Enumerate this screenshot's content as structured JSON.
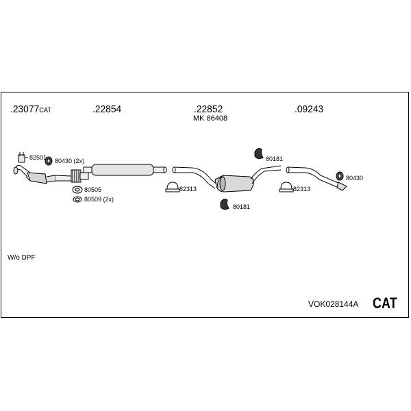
{
  "parts": {
    "p23077": {
      "number": ".23077",
      "suffix": "CAT"
    },
    "p22854": {
      "number": ".22854"
    },
    "p22852": {
      "number": ".22852",
      "sub": "MK  86408"
    },
    "p09243": {
      "number": ".09243"
    }
  },
  "labels": {
    "a82501": "82501",
    "a80430_2x": "80430 (2x)",
    "a80505": "80505",
    "a80509_2x": "80509 (2x)",
    "a82313_left": "82313",
    "a80181_top": "80181",
    "a80181_bottom": "80181",
    "a82313_right": "82313",
    "a80430": "80430"
  },
  "note": "W/o DPF",
  "kit_code": "VOK028144A",
  "kit_type": "CAT"
}
